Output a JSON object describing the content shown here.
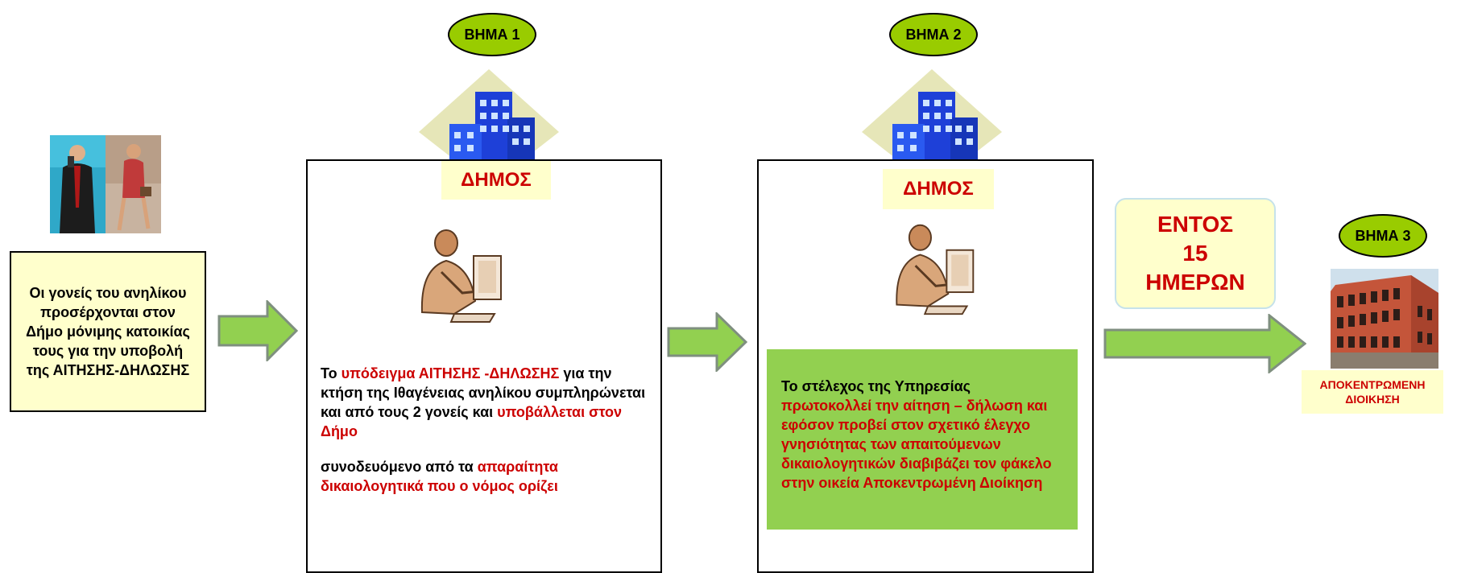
{
  "parents": {
    "text": "Οι γονείς του ανηλίκου προσέρχονται στον Δήμο μόνιμης κατοικίας τους για την υποβολή της ΑΙΤΗΣΗΣ-ΔΗΛΩΣΗΣ"
  },
  "step1": {
    "badge": "ΒΗΜΑ 1",
    "label": "ΔΗΜΟΣ",
    "p1": {
      "a": "Το ",
      "b": "υπόδειγμα  ΑΙΤΗΣΗΣ -ΔΗΛΩΣΗΣ",
      "c": "  για την κτήση της Ιθαγένειας ανηλίκου συμπληρώνεται  και από τους 2 γονείς και  ",
      "d": "υποβάλλεται στον Δήμο"
    },
    "p2": {
      "a": "συνοδευόμενο από τα ",
      "b": "απαραίτητα δικαιολογητικά που ο νόμος ορίζει"
    }
  },
  "step2": {
    "badge": "ΒΗΜΑ 2",
    "label": "ΔΗΜΟΣ",
    "text": {
      "a": "Το στέλεχος της Υπηρεσίας ",
      "b": "πρωτοκολλεί την αίτηση – δήλωση και εφόσον προβεί στον σχετικό έλεγχο γνησιότητας των απαιτούμενων δικαιολογητικών διαβιβάζει τον φάκελο στην οικεία Αποκεντρωμένη Διοίκηση"
    }
  },
  "deadline": {
    "line1": "ΕΝΤΟΣ",
    "line2": "15",
    "line3": "ΗΜΕΡΩΝ"
  },
  "step3": {
    "badge": "ΒΗΜΑ 3",
    "label": "ΑΠΟΚΕΝΤΡΩΜΕΝΗ ΔΙΟΙΚΗΣΗ"
  },
  "colors": {
    "accent_green": "#99cc00",
    "arrow_green": "#92d050",
    "emphasis_red": "#cc0000",
    "note_bg": "#ffffcc"
  }
}
